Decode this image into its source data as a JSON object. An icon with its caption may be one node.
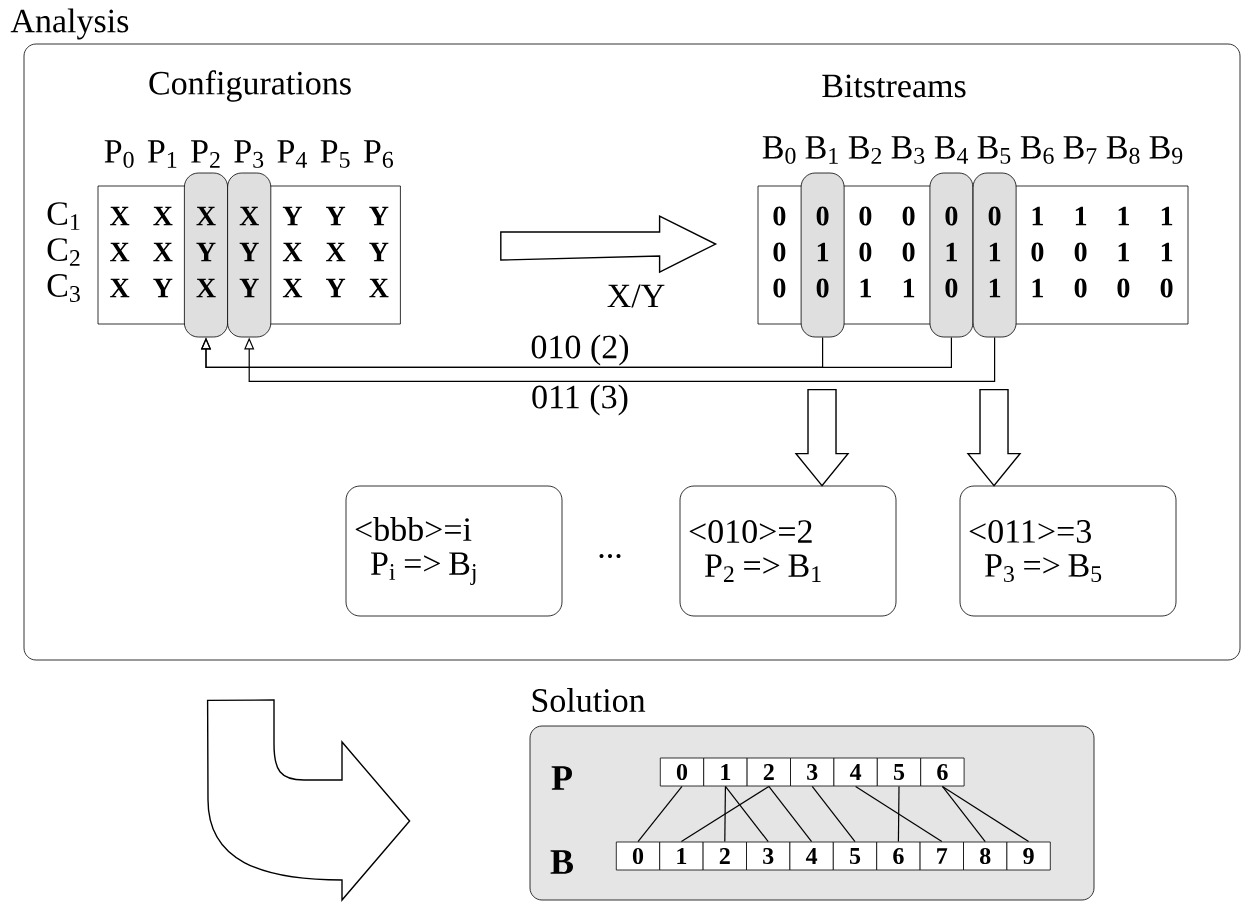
{
  "diagram": {
    "nodes": [
      {
        "text": [
          "Analysis"
        ]
      },
      {
        "text": [
          "X",
          "X",
          "Y",
          "Y",
          "Y",
          "X",
          "X",
          "X",
          "X",
          "Y",
          "X",
          "Y",
          "X",
          "Y",
          "X"
        ],
        "in": 0
      },
      {
        "text": [
          "X",
          "Y",
          "X"
        ],
        "in": 1
      },
      {
        "text": [
          "X",
          "Y",
          "Y"
        ],
        "in": 1
      },
      {
        "text": [
          "0",
          "0",
          "0",
          "1",
          "1",
          "1",
          "1",
          "0",
          "0",
          "0",
          "0",
          "0",
          "1",
          "1",
          "0",
          "1",
          "1",
          "1",
          "0",
          "0",
          "0"
        ],
        "in": 0
      },
      {
        "text": [
          "0",
          "1",
          "0"
        ],
        "in": 4
      },
      {
        "text": [
          "0",
          "1",
          "0"
        ],
        "in": 4
      },
      {
        "text": [
          "0",
          "1",
          "1"
        ],
        "in": 4
      },
      {
        "text": [
          "<bbb>=i",
          "P$_{i}$ => B$_{j}$"
        ],
        "in": 0
      },
      {
        "text": [
          "<010>=2",
          "P$_{2}$ => B$_{1}$"
        ],
        "in": 0
      },
      {
        "text": [
          "<011>=3",
          "P$_{3}$ => B$_{5}$"
        ],
        "in": 0
      },
      {
        "text": [
          "Solution"
        ]
      },
      {
        "text": [
          "0"
        ],
        "in": 11
      },
      {
        "text": [
          "1"
        ],
        "in": 11
      },
      {
        "text": [
          "2"
        ],
        "in": 11
      },
      {
        "text": [
          "3"
        ],
        "in": 11
      },
      {
        "text": [
          "4"
        ],
        "in": 11
      },
      {
        "text": [
          "5"
        ],
        "in": 11
      },
      {
        "text": [
          "6"
        ],
        "in": 11
      },
      {
        "text": [
          "0"
        ],
        "in": 11
      },
      {
        "text": [
          "1"
        ],
        "in": 11
      },
      {
        "text": [
          "2"
        ],
        "in": 11
      },
      {
        "text": [
          "3"
        ],
        "in": 11
      },
      {
        "text": [
          "4"
        ],
        "in": 11
      },
      {
        "text": [
          "5"
        ],
        "in": 11
      },
      {
        "text": [
          "6"
        ],
        "in": 11
      },
      {
        "text": [
          "7"
        ],
        "in": 11
      },
      {
        "text": [
          "8"
        ],
        "in": 11
      },
      {
        "text": [
          "9"
        ],
        "in": 11
      }
    ],
    "edges": [
      {
        "from": 1,
        "to": 4,
        "arrow": "to",
        "label": "X/Y",
        "style": "thick"
      },
      {
        "from": 5,
        "to": 2,
        "arrow": "to",
        "label": "010 (2)"
      },
      {
        "from": 6,
        "to": 2,
        "arrow": "to"
      },
      {
        "from": 7,
        "to": 3,
        "arrow": "to",
        "label": "011 (3)"
      },
      {
        "from": null,
        "to": 9,
        "arrow": "to",
        "style": "thick"
      },
      {
        "from": null,
        "to": 10,
        "arrow": "to",
        "style": "thick"
      },
      {
        "from": 0,
        "to": 11,
        "arrow": "to",
        "style": "thick"
      },
      {
        "from": 12,
        "to": 19,
        "arrow": "none"
      },
      {
        "from": 13,
        "to": 21,
        "arrow": "none"
      },
      {
        "from": 13,
        "to": 22,
        "arrow": "none"
      },
      {
        "from": 14,
        "to": 20,
        "arrow": "none"
      },
      {
        "from": 14,
        "to": 23,
        "arrow": "none"
      },
      {
        "from": 15,
        "to": 24,
        "arrow": "none"
      },
      {
        "from": 16,
        "to": 26,
        "arrow": "none"
      },
      {
        "from": 17,
        "to": 25,
        "arrow": "none"
      },
      {
        "from": 18,
        "to": 27,
        "arrow": "none"
      },
      {
        "from": 18,
        "to": 28,
        "arrow": "none"
      }
    ],
    "labels": [
      "Configurations",
      "Bitstreams",
      "P$_{0}$",
      "P$_{1}$",
      "P$_{2}$",
      "P$_{3}$",
      "P$_{4}$",
      "P$_{5}$",
      "P$_{6}$",
      "B$_{0}$",
      "B$_{1}$",
      "B$_{2}$",
      "B$_{3}$",
      "B$_{4}$",
      "B$_{5}$",
      "B$_{6}$",
      "B$_{7}$",
      "B$_{8}$",
      "B$_{9}$",
      "C$_{1}$",
      "C$_{2}$",
      "C$_{3}$",
      "...",
      "P",
      "B"
    ]
  }
}
